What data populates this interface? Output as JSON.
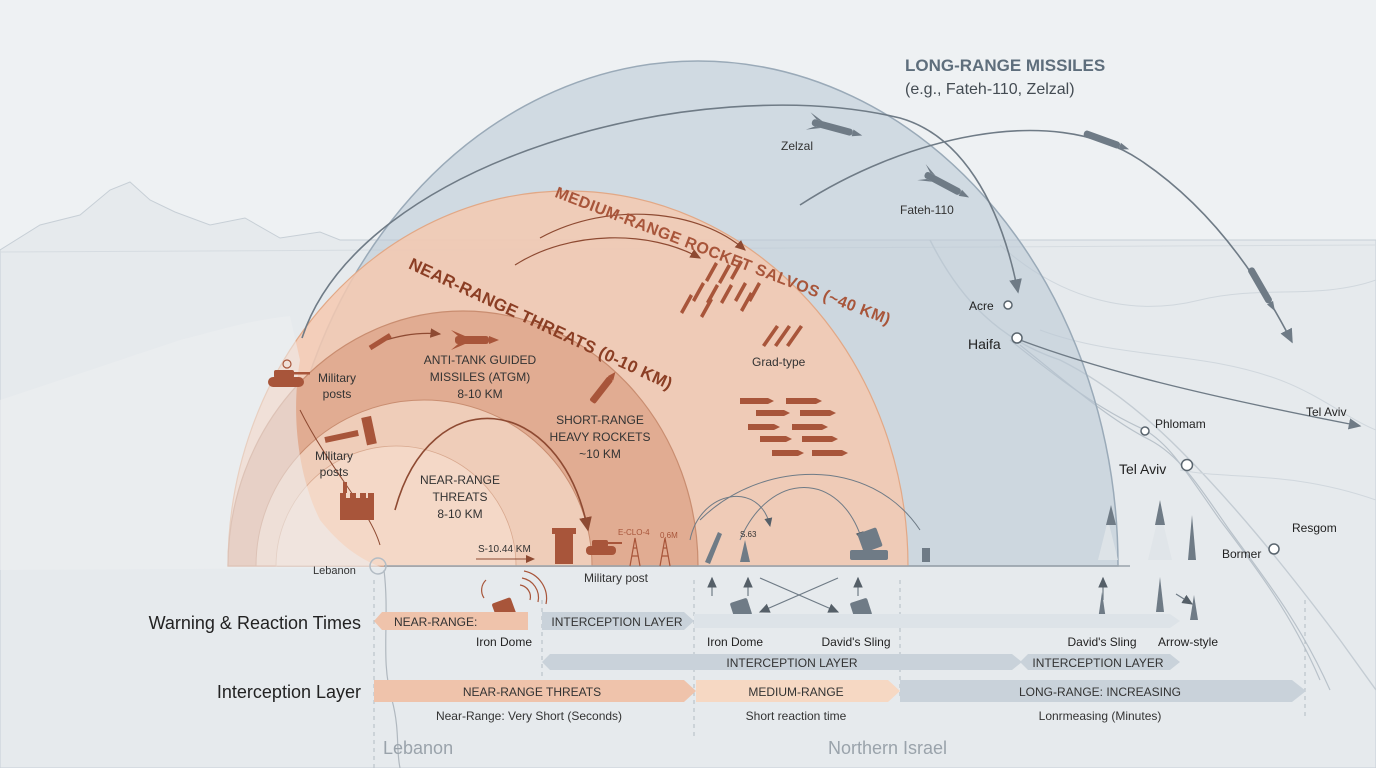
{
  "colors": {
    "long_range": "#8aa3b8",
    "medium_range": "#f0b99a",
    "near_range": "#cf8e72",
    "near_inner": "#e5b7a0",
    "threat_title": "#9a4a2e",
    "long_title": "#5e6e7c",
    "missile": "#6f7b86",
    "rocket": "#a8553a",
    "arrow_near": "#e3a58a",
    "arrow_medium": "#f2cdb5",
    "arrow_long": "#a8b6c3"
  },
  "labels": {
    "long_title": "LONG-RANGE MISSILES",
    "long_subtitle": "(e.g., Fateh-110, Zelzal)",
    "medium_title": "MEDIUM-RANGE ROCKET SALVOS (~40 KM)",
    "near_title": "NEAR-RANGE THREATS (0-10 KM)",
    "zelzal": "Zelzal",
    "fateh": "Fateh-110",
    "grad": "Grad-type",
    "atgm_1": "ANTI-TANK GUIDED",
    "atgm_2": "MISSILES (ATGM)",
    "atgm_3": "8-10 KM",
    "srhr_1": "SHORT-RANGE",
    "srhr_2": "HEAVY ROCKETS",
    "srhr_3": "~10 KM",
    "nrt_1": "NEAR-RANGE",
    "nrt_2": "THREATS",
    "nrt_3": "8-10 KM",
    "military_posts": "Military",
    "posts": "posts",
    "military_post": "Military post",
    "lebanon_point": "Lebanon",
    "s_distance": "S-10.44 KM",
    "e_clo": "E-CLO-4",
    "d_6m": "0.6M",
    "s_63": "S.63"
  },
  "cities": {
    "acre": "Acre",
    "haifa": "Haifa",
    "phlomam": "Phlomam",
    "tel_aviv": "Tel Aviv",
    "tel_aviv_arrow": "Tel Aviv",
    "resgom": "Resgom",
    "bormer": "Bormer"
  },
  "systems": {
    "iron_dome_1": "Iron Dome",
    "iron_dome_2": "Iron Dome",
    "davids_sling_1": "David's Sling",
    "davids_sling_2": "David's Sling",
    "arrow_style": "Arrow-style"
  },
  "rows": {
    "warning_title": "Warning & Reaction Times",
    "interception_title": "Interception Layer",
    "w_near": "NEAR-RANGE:",
    "w_interception": "INTERCEPTION LAYER",
    "mid_interception_1": "INTERCEPTION LAYER",
    "mid_interception_2": "INTERCEPTION LAYER",
    "b_near": "NEAR-RANGE THREATS",
    "b_medium": "MEDIUM-RANGE",
    "b_long": "LONG-RANGE: INCREASING",
    "sub_near": "Near-Range: Very Short (Seconds)",
    "sub_medium": "Short reaction time",
    "sub_long": "Lonrmeasing (Minutes)"
  },
  "regions": {
    "lebanon": "Lebanon",
    "northern_israel": "Northern Israel"
  }
}
